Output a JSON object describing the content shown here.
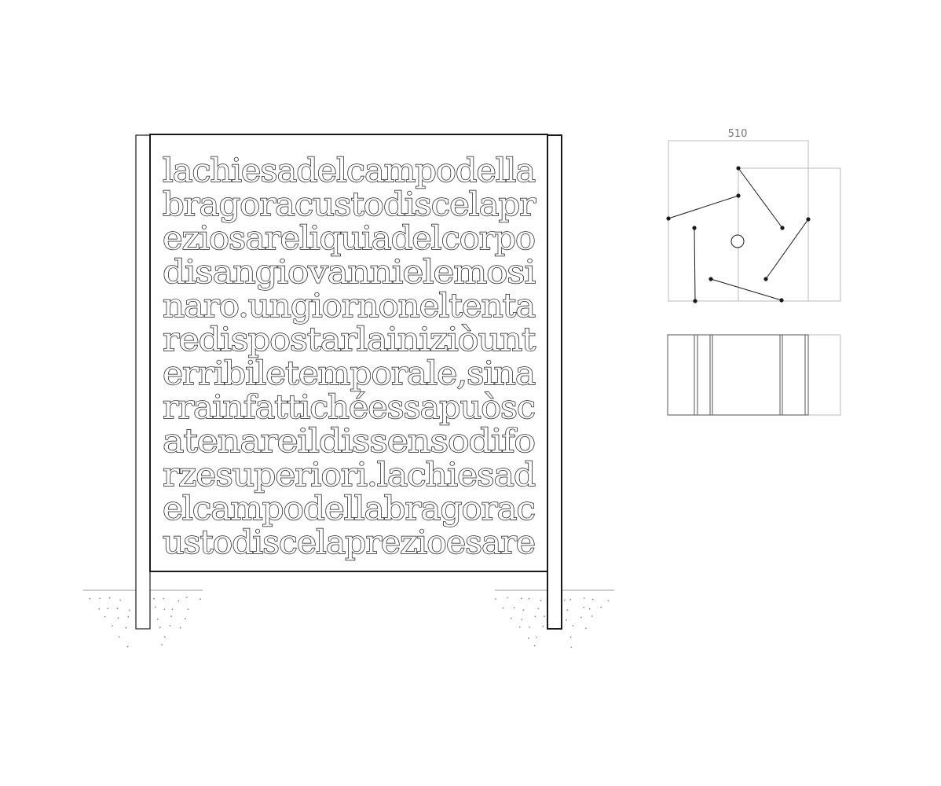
{
  "panel": {
    "lines": [
      "lachiesadelcampodella",
      "bragoracustodiscelapr",
      "eziosareliquiadelcorpo",
      "disangiovannielemosi",
      "naro.ungiornoneltenta",
      "redispostarlainiziòunt",
      "erribiletemporale,sina",
      "rrainfattichéessapuòsc",
      "atenareildissensodifo",
      "rzesuperiori.lachiesad",
      "elcampodellabragorac",
      "ustodiscelaprezioesare"
    ]
  },
  "plan_view": {
    "dimension_label": "510"
  },
  "colors": {
    "ink": "#1a1a1a",
    "dim_line": "#bbbbbb",
    "ground_dots": "#888888"
  }
}
